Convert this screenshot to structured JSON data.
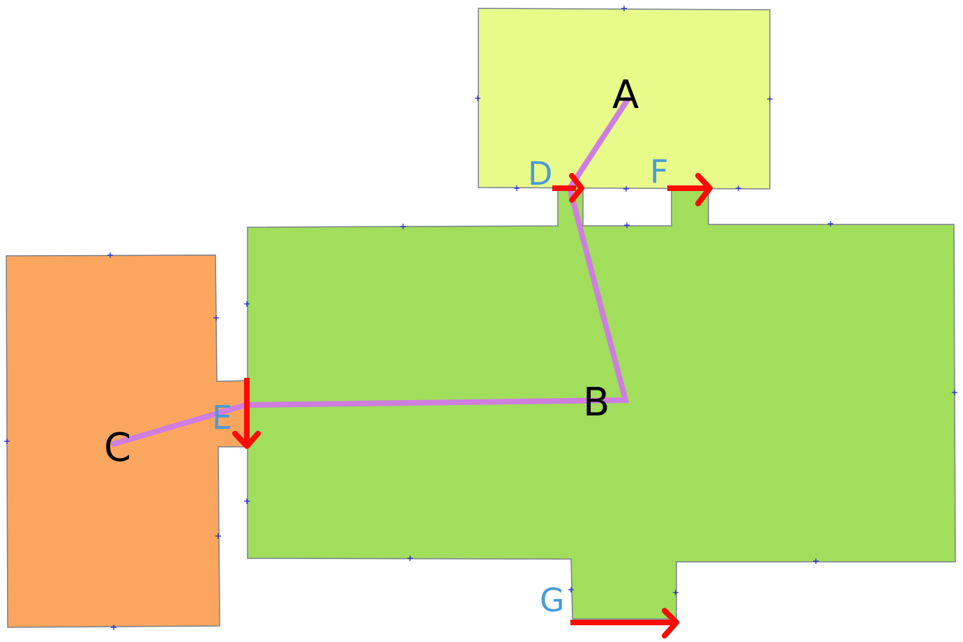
{
  "colors": {
    "room_A": "#e8fb8a",
    "room_B": "#a0de5c",
    "room_C": "#fba65f",
    "path": "#cf7ee0",
    "arrow": "#fb0b06",
    "room_label": "#000000",
    "door_label": "#4b9bd4"
  },
  "rooms": {
    "A": {
      "label": "A"
    },
    "B": {
      "label": "B"
    },
    "C": {
      "label": "C"
    }
  },
  "doors": {
    "D": {
      "label": "D"
    },
    "E": {
      "label": "E"
    },
    "F": {
      "label": "F"
    },
    "G": {
      "label": "G"
    }
  },
  "route": [
    "A",
    "D",
    "B",
    "E",
    "C"
  ]
}
